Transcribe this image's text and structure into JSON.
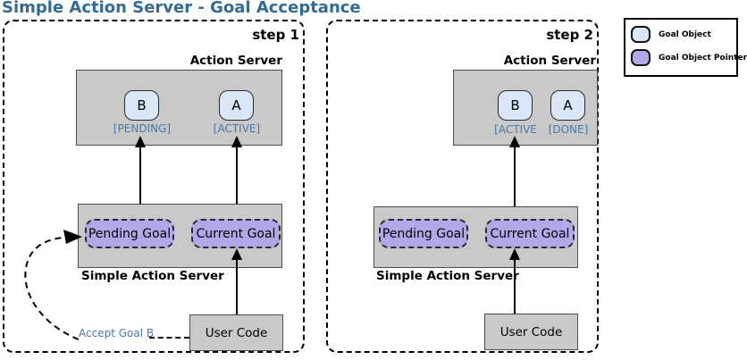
{
  "title": "Simple Action Server - Goal Acceptance",
  "colors": {
    "title_text": "#336a98",
    "status_text": "#4878a8",
    "goal_object_fill": "#d9e7f8",
    "goal_pointer_fill": "#b4a7e8",
    "server_box_fill": "#c9c9c9"
  },
  "legend": {
    "items": [
      {
        "swatch": "goal-object",
        "label": "Goal Object"
      },
      {
        "swatch": "goal-object-pointer",
        "label": "Goal Object Pointer"
      }
    ]
  },
  "steps": [
    {
      "label": "step 1",
      "action_server": {
        "title": "Action Server",
        "goals": [
          {
            "letter": "B",
            "status": "[PENDING]"
          },
          {
            "letter": "A",
            "status": "[ACTIVE]"
          }
        ]
      },
      "simple_action_server": {
        "title": "Simple Action Server",
        "pending": "Pending Goal",
        "current": "Current Goal"
      },
      "user_code": "User Code",
      "annotation": "Accept Goal B"
    },
    {
      "label": "step 2",
      "action_server": {
        "title": "Action Server",
        "goals": [
          {
            "letter": "B",
            "status": "[ACTIVE"
          },
          {
            "letter": "A",
            "status": "[DONE]"
          }
        ]
      },
      "simple_action_server": {
        "title": "Simple Action Server",
        "pending": "Pending Goal",
        "current": "Current Goal"
      },
      "user_code": "User Code"
    }
  ]
}
